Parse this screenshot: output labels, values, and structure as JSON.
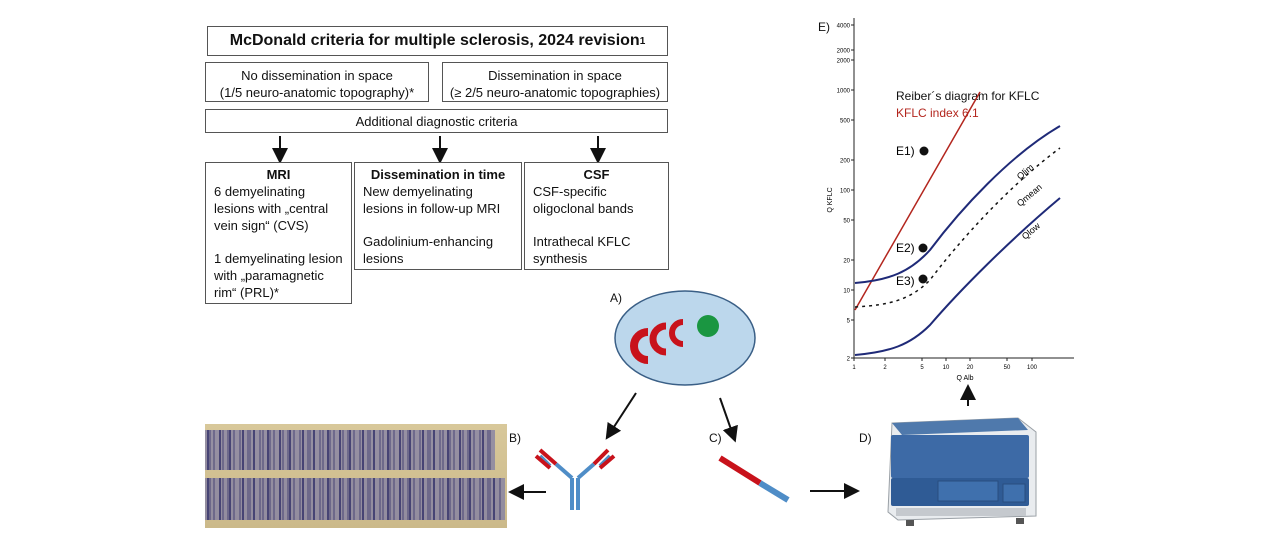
{
  "criteria": {
    "title": "McDonald criteria for multiple sclerosis, 2024 revision",
    "title_sup": "1",
    "no_dis_line1": "No dissemination in space",
    "no_dis_line2": "(1/5 neuro-anatomic topography)*",
    "dis_line1": "Dissemination in space",
    "dis_line2": "(≥ 2/5 neuro-anatomic topographies)",
    "additional": "Additional diagnostic criteria",
    "mri": {
      "head": "MRI",
      "p1": "6 demyelinating lesions with „central vein sign“ (CVS)",
      "p2": "1 demyelinating lesion with „paramagnetic rim“ (PRL)*"
    },
    "dit": {
      "head": "Dissemination in time",
      "p1": "New demyelinating lesions in follow-up MRI",
      "p2": "Gadolinium-enhancing lesions"
    },
    "csf": {
      "head": "CSF",
      "p1": "CSF-specific oligoclonal bands",
      "p2": "Intrathecal KFLC synthesis"
    }
  },
  "panels": {
    "a": "A)",
    "b": "B)",
    "c": "C)",
    "d": "D)",
    "e": "E)"
  },
  "reiber": {
    "title": "Reiber´s diagram for KFLC",
    "subtitle": "KFLC index 6.1",
    "ylabel": "Q KFLC",
    "xlabel": "Q Alb",
    "y_ticks": [
      "2",
      "5",
      "10",
      "20",
      "50",
      "100",
      "200",
      "500",
      "1000",
      "2000",
      "2000",
      "4000"
    ],
    "x_ticks": [
      "1",
      "2",
      "5",
      "10",
      "20",
      "50",
      "100"
    ],
    "curves": [
      "Qlim",
      "Qmean",
      "Qlow"
    ],
    "points": [
      "E1)",
      "E2)",
      "E3)"
    ]
  },
  "colors": {
    "red_line": "#b3261e",
    "navy": "#1f2a78",
    "cell": "#bcd7ec",
    "antibody_blue": "#4f8dc7",
    "antibody_red": "#c8121b",
    "green": "#1a9641"
  }
}
